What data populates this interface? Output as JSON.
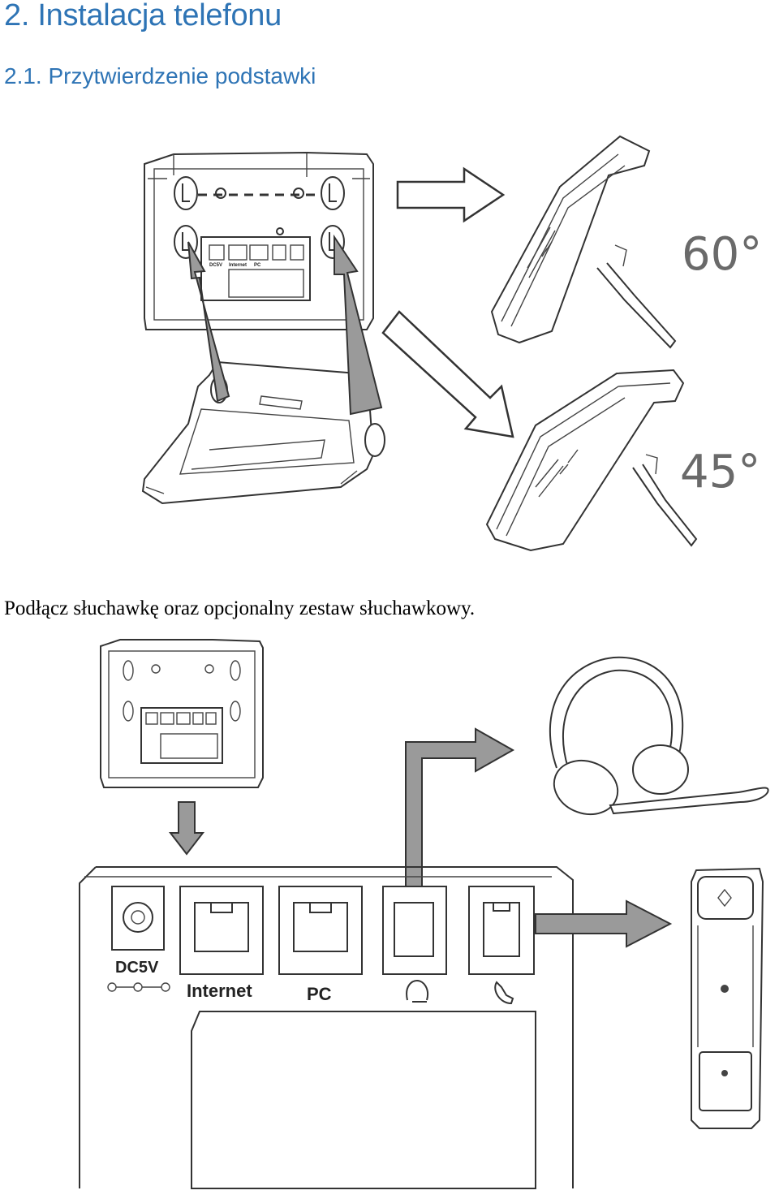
{
  "heading": {
    "title": "2. Instalacja telefonu",
    "subtitle": "2.1. Przytwierdzenie podstawki"
  },
  "figure1": {
    "angle_high": "60°",
    "angle_low": "45°"
  },
  "instruction": "Podłącz słuchawkę oraz opcjonalny zestaw słuchawkowy.",
  "figure2": {
    "ports": {
      "power": "DC5V",
      "internet": "Internet",
      "pc": "PC"
    }
  },
  "colors": {
    "heading": "#2e74b5",
    "arrow_fill": "#9a9a9a"
  },
  "icons": [
    "headset-icon",
    "handset-icon",
    "power-polarity-icon"
  ]
}
